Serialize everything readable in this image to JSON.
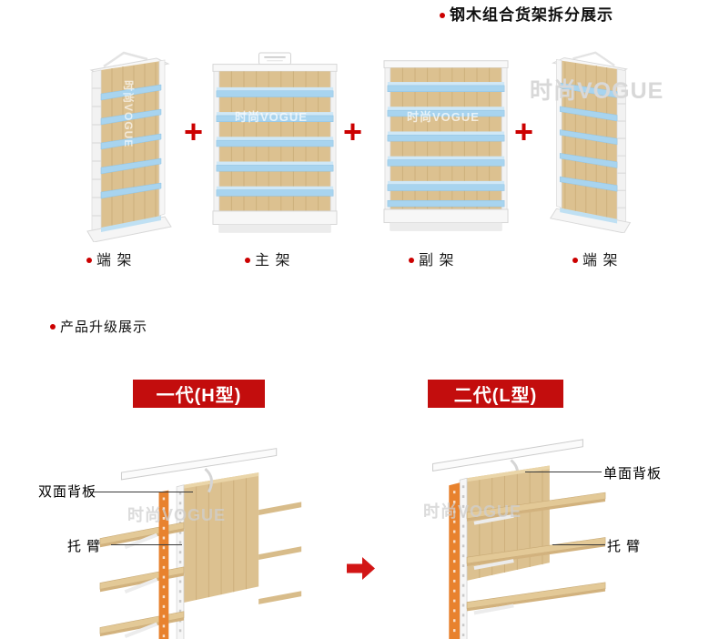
{
  "colors": {
    "accent_red": "#cc0000",
    "banner_red": "#c30d0d",
    "wood": "#dcc190",
    "shelf_blue": "#a8d4ef",
    "post_orange": "#e8822e",
    "watermark_gray": "#d8d8d8"
  },
  "watermark": "时尚VOGUE",
  "disassembly": {
    "title": "钢木组合货架拆分展示",
    "plus": "+",
    "shelves": [
      {
        "label": "端 架"
      },
      {
        "label": "主 架"
      },
      {
        "label": "副 架"
      },
      {
        "label": "端 架"
      }
    ]
  },
  "upgrade": {
    "title": "产品升级展示",
    "generations": [
      {
        "banner": "一代(H型)",
        "back_panel_label": "双面背板",
        "arm_label": "托 臂"
      },
      {
        "banner": "二代(L型)",
        "back_panel_label": "单面背板",
        "arm_label": "托 臂"
      }
    ]
  }
}
